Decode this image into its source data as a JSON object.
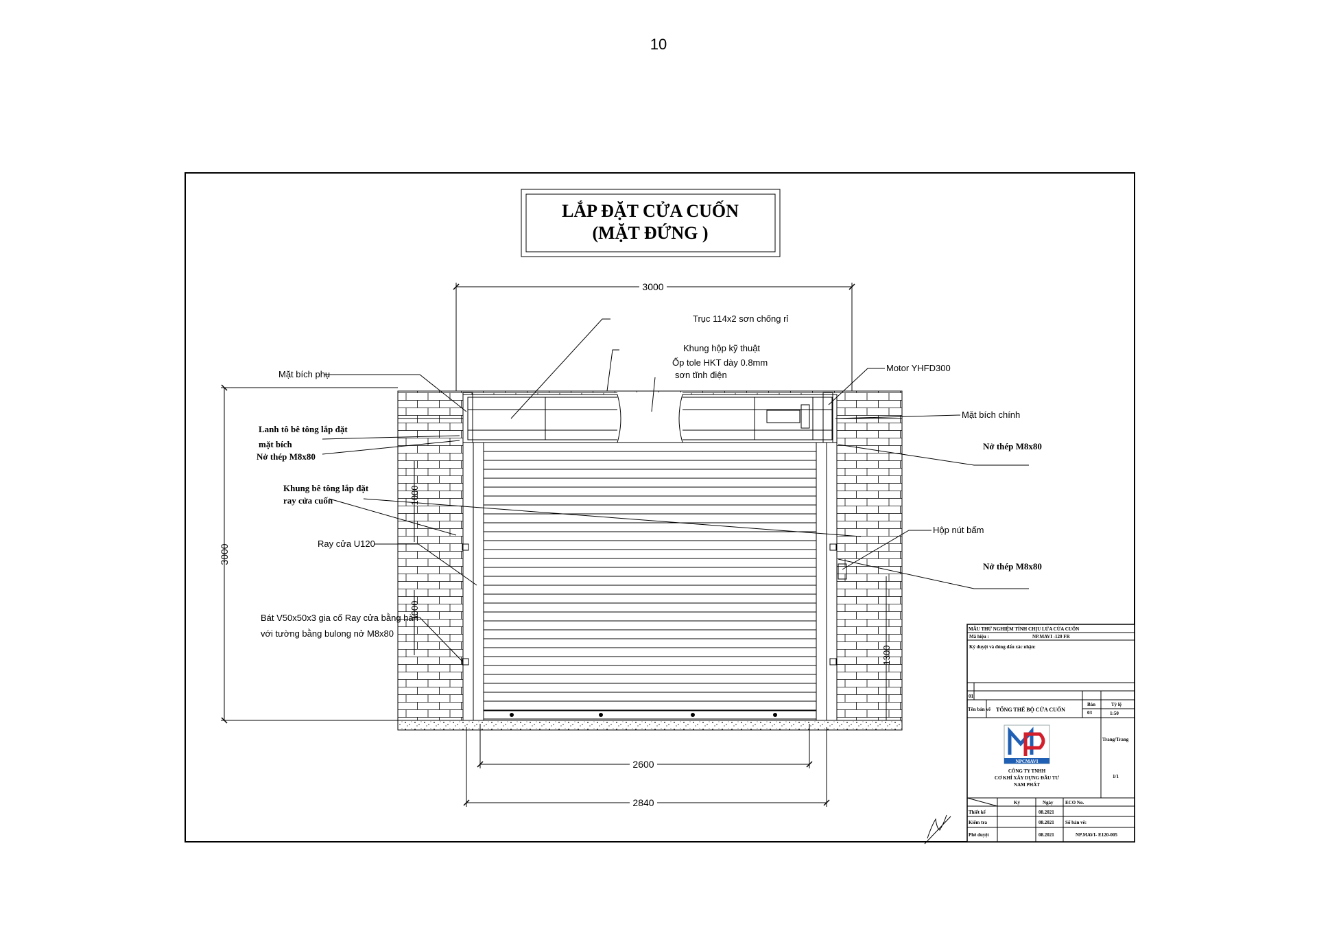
{
  "page_number": "10",
  "drawing": {
    "title_line1": "LẮP ĐẶT CỬA CUỐN",
    "title_line2": "(MẶT ĐỨNG )",
    "dimensions": {
      "top_width": "3000",
      "left_height": "3000",
      "inner_width": "2600",
      "outer_width": "2840",
      "spacing_upper": "1000",
      "spacing_lower": "1000",
      "button_height": "1300"
    },
    "labels": {
      "axle": "Trục 114x2 sơn chống rỉ",
      "frame_box": "Khung hộp kỹ thuật",
      "cladding": "Ốp tole HKT dày 0.8mm",
      "paint": "sơn tĩnh điện",
      "motor": "Motor YHFD300",
      "aux_flange": "Mặt bích phụ",
      "main_flange": "Mặt bích chính",
      "lintel_line1": "Lanh tô bê tông lắp đặt",
      "lintel_line2": "mặt bích",
      "anchor_left": "Nở thép M8x80",
      "anchor_right_top": "Nở thép M8x80",
      "anchor_right_mid": "Nở thép M8x80",
      "concrete_frame_line1": "Khung bê tông lắp đặt",
      "concrete_frame_line2": "ray cửa cuốn",
      "rail": "Ray cửa U120",
      "button_box": "Hộp nút bấm",
      "bracket_line1": "Bát V50x50x3 gia cố Ray cửa bằng hàn",
      "bracket_line2": "với tường bằng bulong nở M8x80"
    }
  },
  "title_block": {
    "header": "MẪU THỬ NGHIỆM TÍNH CHỊU LỬA CỬA CUỐN",
    "code_label": "Mã hiệu :",
    "code_value": "NP.MAVI -120 FR",
    "approval": "Ký duyệt và đóng dấu xác nhận:",
    "rev": "01",
    "drawing_name_label": "Tên bản vẽ",
    "drawing_name": "TỔNG THỂ BỘ CỬA CUỐN",
    "sheet_label": "Bản",
    "sheet_value": "03",
    "scale_label": "Tỷ lệ",
    "scale_value": "1:50",
    "page_label": "Trang/Trang",
    "page_value": "1/1",
    "logo_text": "NPCMAVI",
    "company_line1": "CÔNG TY TNHH",
    "company_line2": "CƠ KHÍ XÂY DỰNG ĐẦU TƯ",
    "company_line3": "NAM PHÁT",
    "col_sign": "Ký",
    "col_date": "Ngày",
    "col_eco": "ECO No.",
    "row_design": "Thiết kế",
    "row_check": "Kiểm tra",
    "row_approve": "Phê duyệt",
    "date1": "08.2021",
    "date2": "08.2021",
    "date3": "08.2021",
    "doc_no_label": "Số bản vẽ:",
    "doc_no": "NP.MAVI- E120-005"
  },
  "colors": {
    "line": "#000000",
    "logo_red": "#d21f2b",
    "logo_blue": "#1f5fb4"
  }
}
